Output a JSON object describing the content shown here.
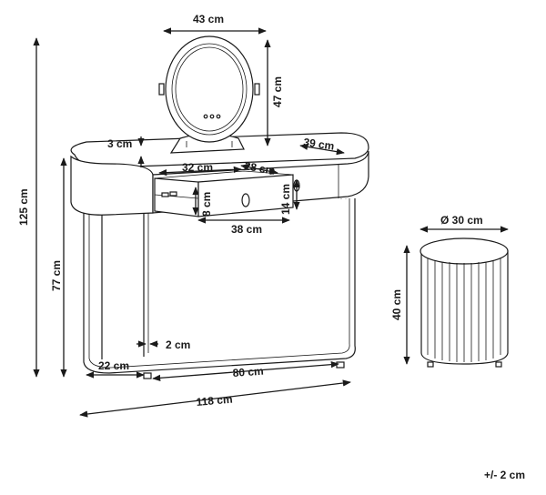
{
  "dimensions": {
    "mirror_width": "43 cm",
    "mirror_height": "47 cm",
    "mirror_base": "3 cm",
    "top_depth": "39 cm",
    "drawer_depth": "32 cm",
    "drawer_inner": "28 cm",
    "drawer_side_height": "8 cm",
    "drawer_front_height": "14 cm",
    "drawer_width": "38 cm",
    "total_height": "125 cm",
    "table_height": "77 cm",
    "leg_offset": "2 cm",
    "leg_depth": "22 cm",
    "leg_span": "80 cm",
    "total_width": "118 cm",
    "stool_diameter": "Ø 30 cm",
    "stool_height": "40 cm"
  },
  "tolerance": "+/- 2 cm"
}
